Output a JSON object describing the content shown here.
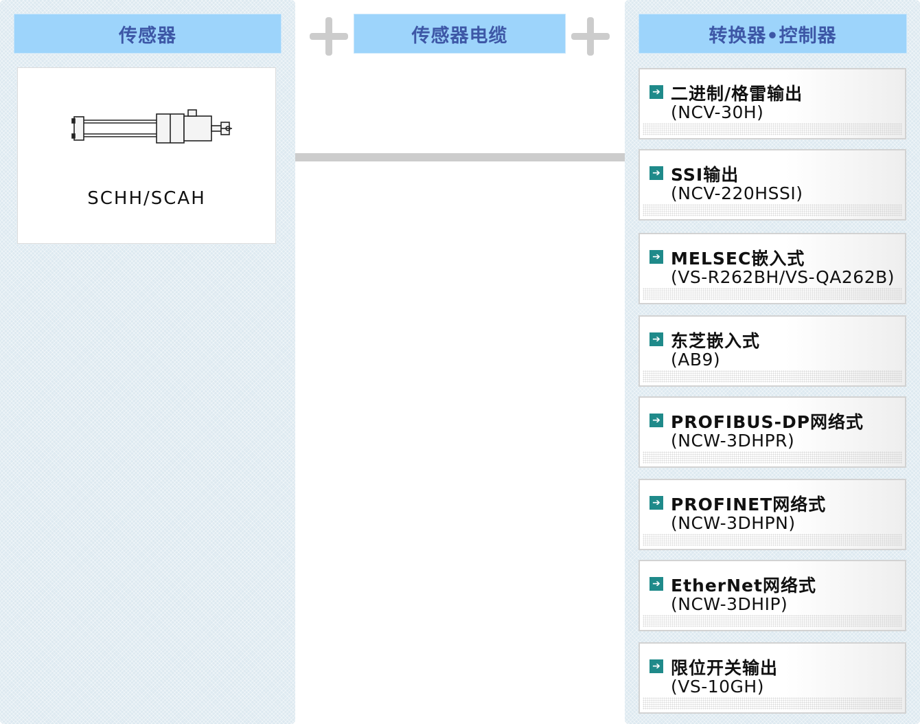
{
  "columns": {
    "sensor": {
      "header": "传感器"
    },
    "cable": {
      "header": "传感器电缆"
    },
    "converter": {
      "header": "转换器•控制器"
    }
  },
  "sensor_card": {
    "model": "SCHH/SCAH",
    "image_icon": "hydraulic-cylinder-icon"
  },
  "converters": [
    {
      "line1": "二进制/格雷输出",
      "line2": "(NCV-30H)"
    },
    {
      "line1": "SSI输出",
      "line2": "(NCV-220HSSI)"
    },
    {
      "line1": "MELSEC嵌入式",
      "line2": "(VS-R262BH/VS-QA262B)"
    },
    {
      "line1": "东芝嵌入式",
      "line2": "(AB9)"
    },
    {
      "line1": "PROFIBUS-DP网络式",
      "line2": "(NCW-3DHPR)"
    },
    {
      "line1": "PROFINET网络式",
      "line2": "(NCW-3DHPN)"
    },
    {
      "line1": "EtherNet网络式",
      "line2": "(NCW-3DHIP)"
    },
    {
      "line1": "限位开关输出",
      "line2": "(VS-10GH)"
    }
  ],
  "colors": {
    "header_bg": "#9dd4fb",
    "header_text": "#3d57a6",
    "icon_bg": "#1f8a8a",
    "panel_bg": "#dde9f0",
    "plus": "#cccccc"
  }
}
